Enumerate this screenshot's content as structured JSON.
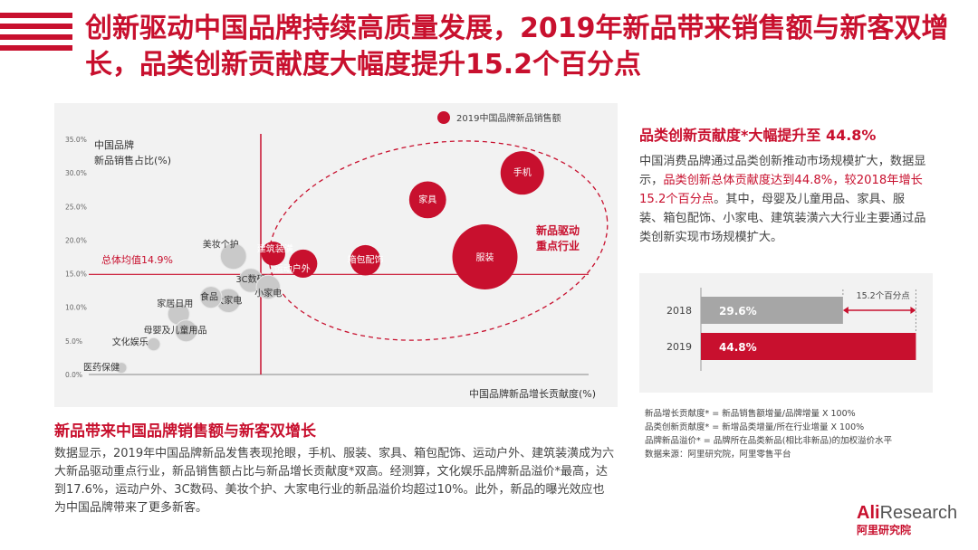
{
  "slide": {
    "title": "创新驱动中国品牌持续高质量发展，2019年新品带来销售额与新客双增长，品类创新贡献度大幅度提升15.2个百分点"
  },
  "bubble_legend": "2019中国品牌新品销售额",
  "avg_label": "总体均值14.9%",
  "highlight_label_1": "新品驱动",
  "highlight_label_2": "重点行业",
  "left": {
    "title": "新品带来中国品牌销售额与新客双增长",
    "text": "数据显示，2019年中国品牌新品发售表现抢眼，手机、服装、家具、箱包配饰、运动户外、建筑装潢成为六大新品驱动重点行业，新品销售额占比与新品增长贡献度*双高。经测算，文化娱乐品牌新品溢价*最高，达到17.6%，运动户外、3C数码、美妆个护、大家电行业的新品溢价均超过10%。此外，新品的曝光效应也为中国品牌带来了更多新客。"
  },
  "right": {
    "title": "品类创新贡献度*大幅提升至 44.8%",
    "text_before": "中国消费品牌通过品类创新推动市场规模扩大，数据显示，",
    "text_red": "品类创新总体贡献度达到44.8%，较2018年增长15.2个百分点",
    "text_after": "。其中，母婴及儿童用品、家具、服装、箱包配饰、小家电、建筑装潢六大行业主要通过品类创新实现市场规模扩大。"
  },
  "notes": [
    "新品增长贡献度* = 新品销售额增量/品牌增量 X 100%",
    "品类创新贡献度* = 新增品类增量/所在行业增量 X 100%",
    "品牌新品溢价* = 品牌所在品类新品(相比非新品)的加权溢价水平",
    "数据来源：阿里研究院，阿里零售平台"
  ],
  "logo": {
    "ali": "Ali",
    "research": "Research",
    "cn": "阿里研究院"
  },
  "colors": {
    "accent": "#c8102e",
    "gray_bubble": "#c9c9c9",
    "bar_gray": "#a6a6a6"
  },
  "chart_data": [
    {
      "type": "scatter",
      "title": "",
      "ylabel": "中国品牌新品销售占比(%)",
      "xlabel": "中国品牌新品增长贡献度(%)",
      "ylim": [
        0,
        35
      ],
      "yticks": [
        "0.0%",
        "5.0%",
        "10.0%",
        "15.0%",
        "20.0%",
        "25.0%",
        "30.0%",
        "35.0%"
      ],
      "average_y": 14.9,
      "points": [
        {
          "label": "手机",
          "x": 105,
          "y": 30.0,
          "size": 4.0,
          "highlight": true
        },
        {
          "label": "家具",
          "x": 67,
          "y": 26.0,
          "size": 3.4,
          "highlight": true
        },
        {
          "label": "服装",
          "x": 90,
          "y": 17.5,
          "size": 6.0,
          "highlight": true
        },
        {
          "label": "箱包配饰",
          "x": 42,
          "y": 17.0,
          "size": 2.8,
          "highlight": true
        },
        {
          "label": "运动户外",
          "x": 17,
          "y": 16.5,
          "size": 2.6,
          "highlight": true
        },
        {
          "label": "建筑装潢",
          "x": 5,
          "y": 18.0,
          "size": 2.2,
          "highlight": true
        },
        {
          "label": "美妆个护",
          "x": -11,
          "y": 17.6,
          "size": 2.4,
          "highlight": false
        },
        {
          "label": "3C数码",
          "x": -4,
          "y": 14.0,
          "size": 2.2,
          "highlight": false
        },
        {
          "label": "小家电",
          "x": 3,
          "y": 13.0,
          "size": 2.2,
          "highlight": false
        },
        {
          "label": "大家电",
          "x": -13,
          "y": 11.0,
          "size": 2.2,
          "highlight": false
        },
        {
          "label": "食品",
          "x": -20,
          "y": 11.5,
          "size": 2.0,
          "highlight": false
        },
        {
          "label": "家居日用",
          "x": -33,
          "y": 9.0,
          "size": 2.0,
          "highlight": false
        },
        {
          "label": "母婴及儿童用品",
          "x": -30,
          "y": 6.5,
          "size": 2.0,
          "highlight": false
        },
        {
          "label": "文化娱乐",
          "x": -43,
          "y": 4.5,
          "size": 1.2,
          "highlight": false
        },
        {
          "label": "医药保健",
          "x": -56,
          "y": 1.0,
          "size": 1.0,
          "highlight": false
        }
      ]
    },
    {
      "type": "bar",
      "categories": [
        "2018",
        "2019"
      ],
      "values": [
        29.6,
        44.8
      ],
      "value_labels": [
        "29.6%",
        "44.8%"
      ],
      "annotation": "15.2个百分点",
      "xlim": [
        0,
        50
      ]
    }
  ]
}
